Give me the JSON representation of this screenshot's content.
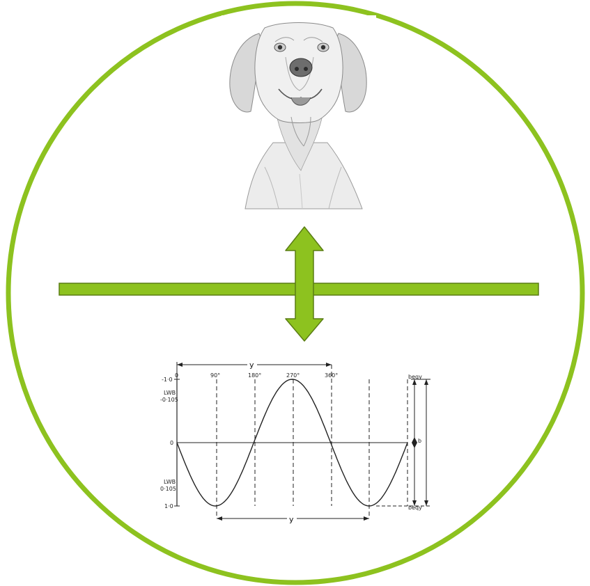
{
  "colors": {
    "accent": "#8dc21f",
    "accent_dark": "#5a7d14",
    "ink": "#222222",
    "background": "#ffffff"
  },
  "illustration": {
    "subject": "dog-sketch-icon"
  },
  "waveform": {
    "top_labels": [
      "0",
      "90°",
      "180°",
      "270°",
      "360°"
    ],
    "y_left_labels": [
      "-1·0",
      "0",
      "1·0"
    ],
    "upper_note": [
      "LWB",
      "-0·105"
    ],
    "lower_note": [
      "LWB",
      "0·105"
    ],
    "span_label_top": "y",
    "span_label_bottom": "y",
    "right_labels": [
      "beqy",
      "b",
      "beqy"
    ]
  }
}
